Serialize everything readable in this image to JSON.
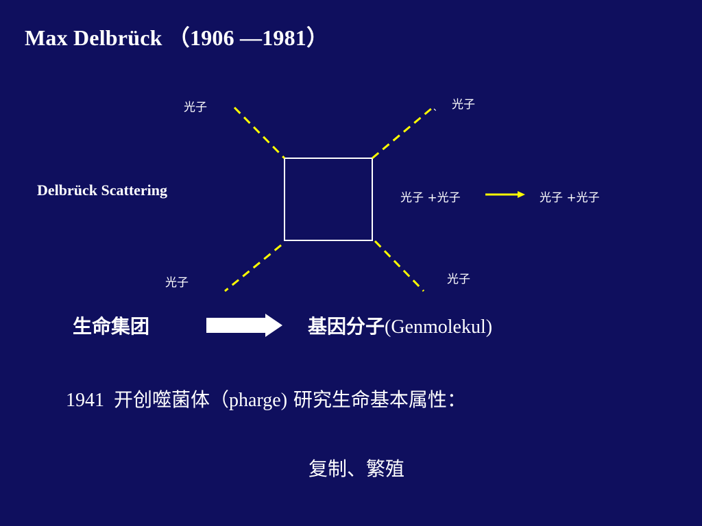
{
  "title": "Max Delbrück （1906 —1981）",
  "diagram": {
    "label": "Delbrück  Scattering",
    "photon_labels": [
      "光子",
      "光子",
      "光子",
      "光子"
    ],
    "tick_mark": "、",
    "reaction_left": "光子 +光子",
    "reaction_right": "光子 +光子",
    "colors": {
      "dashed_lines": "#ffff00",
      "arrow": "#ffff00",
      "box": "#ffffff"
    }
  },
  "statement": {
    "left": "生命集团",
    "right_cn": "基因分子",
    "right_en": "(Genmolekul)"
  },
  "line2": {
    "year": "1941",
    "text_a": "开创噬菌体（",
    "text_en": "pharge)",
    "text_b": " 研究生命基本属性："
  },
  "line3": "复制、繁殖",
  "background_color": "#0f0f5e"
}
